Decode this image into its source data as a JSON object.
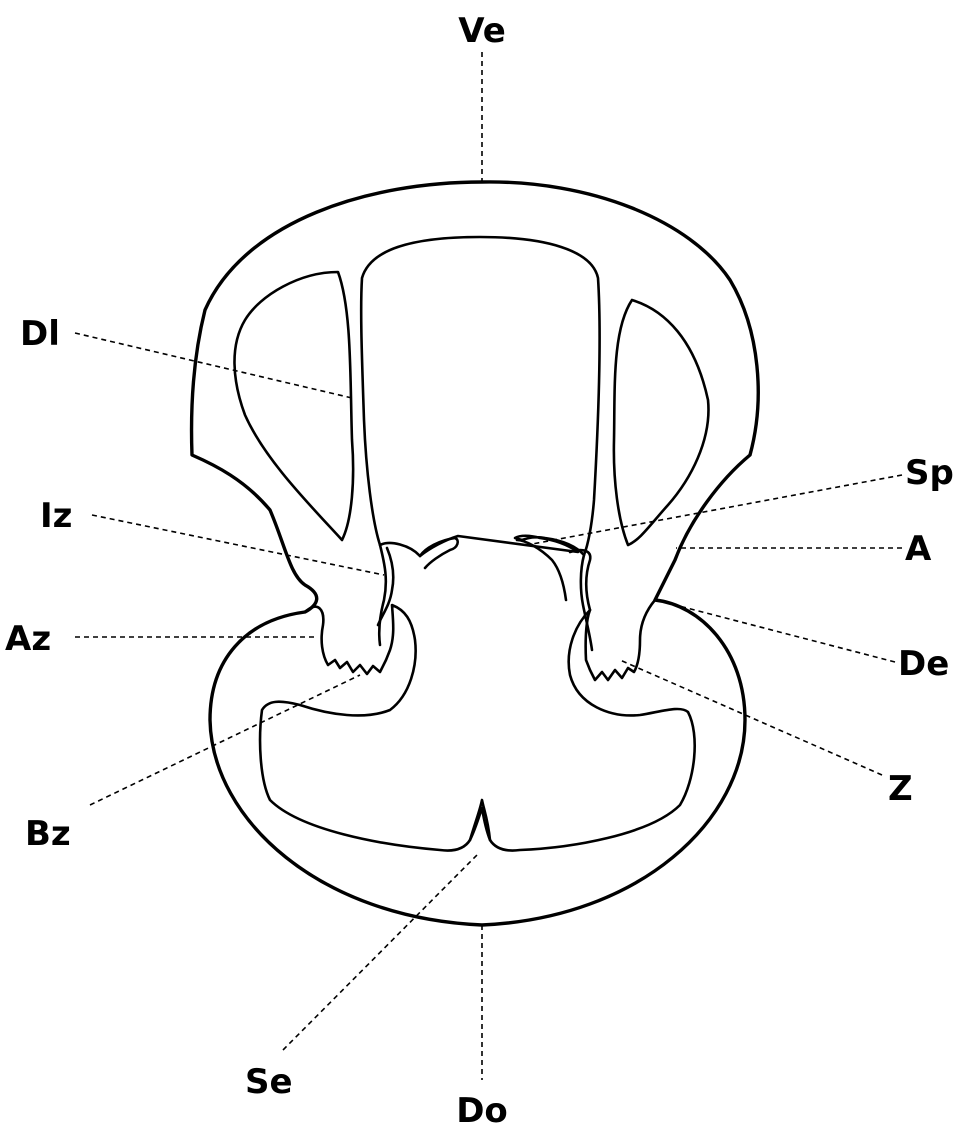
{
  "labels": {
    "ve": "Ve",
    "dl": "Dl",
    "sp": "Sp",
    "iz": "Iz",
    "a": "A",
    "az": "Az",
    "de": "De",
    "bz": "Bz",
    "z": "Z",
    "se": "Se",
    "do": "Do"
  }
}
